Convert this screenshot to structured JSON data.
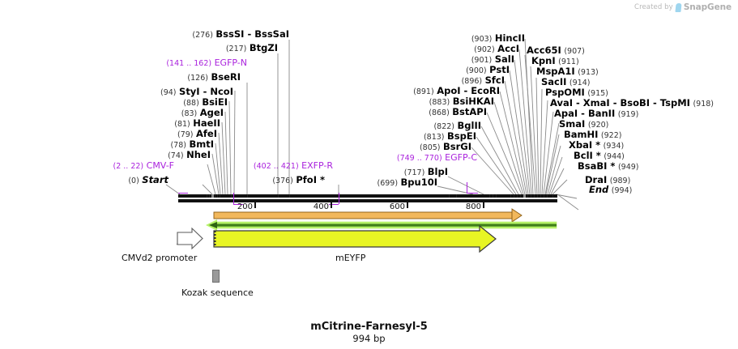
{
  "watermark": {
    "created_by": "Created by",
    "brand": "SnapGene",
    "logo_icon": "snapgene-logo-icon"
  },
  "title": {
    "name": "mCitrine-Farnesyl-5",
    "length": "994 bp"
  },
  "ruler": {
    "ticks": [
      "200",
      "400",
      "600",
      "800"
    ]
  },
  "sites_left": [
    {
      "pos": "(276)",
      "names": "BssSI  - BssSaI"
    },
    {
      "pos": "(217)",
      "names": "BtgZI"
    },
    {
      "pos": "(126)",
      "names": "BseRI"
    },
    {
      "pos": "(94)",
      "names": "StyI  - NcoI"
    },
    {
      "pos": "(88)",
      "names": "BsiEI"
    },
    {
      "pos": "(83)",
      "names": "AgeI"
    },
    {
      "pos": "(81)",
      "names": "HaeII"
    },
    {
      "pos": "(79)",
      "names": "AfeI"
    },
    {
      "pos": "(78)",
      "names": "BmtI"
    },
    {
      "pos": "(74)",
      "names": "NheI"
    },
    {
      "pos": "(376)",
      "names": "PfoI *"
    }
  ],
  "sites_right_left_col": [
    {
      "pos": "(903)",
      "names": "HincII"
    },
    {
      "pos": "(902)",
      "names": "AccI"
    },
    {
      "pos": "(901)",
      "names": "SalI"
    },
    {
      "pos": "(900)",
      "names": "PstI"
    },
    {
      "pos": "(896)",
      "names": "SfcI"
    },
    {
      "pos": "(891)",
      "names": "ApoI  - EcoRI"
    },
    {
      "pos": "(883)",
      "names": "BsiHKAI"
    },
    {
      "pos": "(868)",
      "names": "BstAPI"
    },
    {
      "pos": "(822)",
      "names": "BglII"
    },
    {
      "pos": "(813)",
      "names": "BspEI"
    },
    {
      "pos": "(805)",
      "names": "BsrGI"
    },
    {
      "pos": "(717)",
      "names": "BlpI"
    },
    {
      "pos": "(699)",
      "names": "Bpu10I"
    }
  ],
  "sites_right_right_col": [
    {
      "names": "Acc65I",
      "pos": "(907)"
    },
    {
      "names": "KpnI",
      "pos": "(911)"
    },
    {
      "names": "MspA1I",
      "pos": "(913)"
    },
    {
      "names": "SacII",
      "pos": "(914)"
    },
    {
      "names": "PspOMI",
      "pos": "(915)"
    },
    {
      "names": "AvaI  - XmaI  - BsoBI  - TspMI",
      "pos": "(918)"
    },
    {
      "names": "ApaI  - BanII",
      "pos": "(919)"
    },
    {
      "names": "SmaI",
      "pos": "(920)"
    },
    {
      "names": "BamHI",
      "pos": "(922)"
    },
    {
      "names": "XbaI *",
      "pos": "(934)"
    },
    {
      "names": "BclI *",
      "pos": "(944)"
    },
    {
      "names": "BsaBI *",
      "pos": "(949)"
    },
    {
      "names": "DraI",
      "pos": "(989)"
    }
  ],
  "primers": [
    {
      "pos": "(141 .. 162)",
      "name": "EGFP-N"
    },
    {
      "pos": "(2 .. 22)",
      "name": "CMV-F"
    },
    {
      "pos": "(402 .. 421)",
      "name": "EXFP-R"
    },
    {
      "pos": "(749 .. 770)",
      "name": "EGFP-C"
    }
  ],
  "markers": [
    {
      "pos": "(0)",
      "name": "Start"
    },
    {
      "pos": "(994)",
      "name": "End"
    }
  ],
  "features": [
    {
      "name": "CMVd2 promoter",
      "color": "#ffffff",
      "shape": "open-arrow-right"
    },
    {
      "name": "mEYFP",
      "color": "#e8f524",
      "shape": "arrow-right"
    },
    {
      "name": "Kozak sequence",
      "color": "#9a9a9a",
      "shape": "box"
    }
  ],
  "translation_arrows": [
    {
      "name": "orange-arrow-right",
      "color": "#eaa13c"
    },
    {
      "name": "green-arrow-left",
      "color": "#b3f06a"
    }
  ],
  "colors": {
    "primer": "#aa22dd",
    "backbone": "#111111",
    "orange": "#eaa13c",
    "green_light": "#b3f06a",
    "green_dark": "#3f7f1a",
    "yellow": "#e8f524"
  }
}
